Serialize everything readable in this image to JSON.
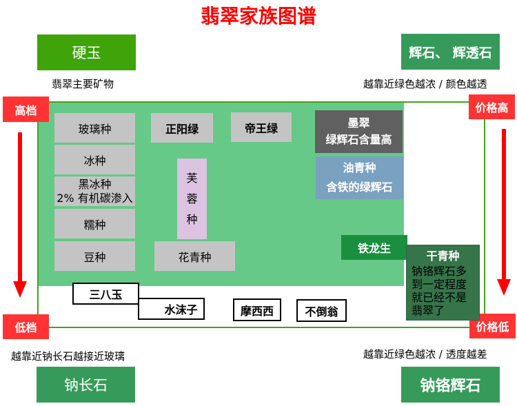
{
  "title": "翡翠家族图谱",
  "corners": {
    "top_left": {
      "label": "硬玉",
      "caption": "翡翠主要矿物",
      "color": "#3ea40a"
    },
    "top_right": {
      "label": "辉石、 辉透石",
      "caption": "越靠近绿色越浓 / 颜色越透",
      "color": "#369b5a"
    },
    "bottom_left": {
      "label": "钠长石",
      "caption": "越靠近钠长石越接近玻璃",
      "color": "#369b5a"
    },
    "bottom_right": {
      "label": "钠铬辉石",
      "caption": "越靠近绿色越浓 / 透度越差",
      "color": "#369b5a"
    }
  },
  "axes": {
    "left_top": "高档",
    "left_bottom": "低档",
    "right_top": "价格高",
    "right_bottom": "价格低",
    "arrow_color": "#ff0000",
    "tag_color": "#ff3333"
  },
  "varieties": {
    "glass": "玻璃种",
    "ice": "冰种",
    "black_ice_line1": "黑冰种",
    "black_ice_line2": "2% 有机碳渗入",
    "glutinous": "糯种",
    "bean": "豆种",
    "zhengyang": "正阳绿",
    "dihuang": "帝王绿",
    "furong_1": "芙",
    "furong_2": "蓉",
    "furong_3": "种",
    "huaqing": "花青种",
    "mocui_line1": "墨翠",
    "mocui_line2": "绿辉石含量高",
    "youqing_line1": "油青种",
    "youqing_line2": "含铁的绿辉石",
    "tielongsheng": "铁龙生",
    "ganqing_title": "干青种",
    "ganqing_desc": "钠铬辉石多到一定程度就已经不是翡翠了"
  },
  "non_jadeite": {
    "sanbayu": "三八玉",
    "shuimozi": "水沫子",
    "moxixi": "摩西西",
    "budaoweng": "不倒翁"
  }
}
